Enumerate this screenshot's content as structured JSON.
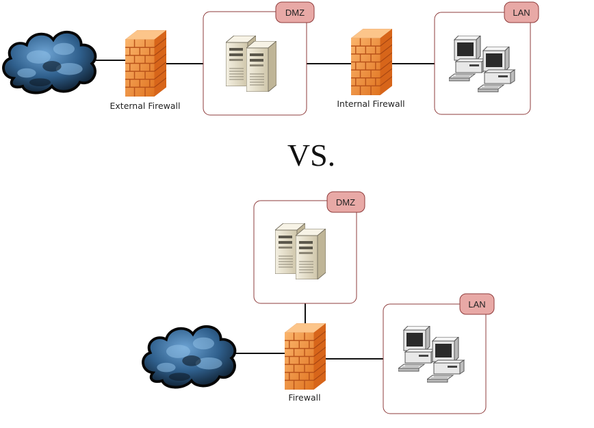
{
  "colors": {
    "zone_border": "#8e3b3b",
    "zone_tag_fill": "#e8a9a6",
    "firewall_light": "#f7a65a",
    "firewall_dark": "#cf5a12",
    "cloud_light": "#5b93c6",
    "cloud_dark": "#0c1620",
    "server_body": "#e9e3d0",
    "link": "#111111"
  },
  "top": {
    "internet_icon": "cloud-icon",
    "external_firewall": {
      "label": "External Firewall",
      "icon": "firewall-icon"
    },
    "dmz": {
      "tag": "DMZ",
      "icon": "servers-icon"
    },
    "internal_firewall": {
      "label": "Internal Firewall",
      "icon": "firewall-icon"
    },
    "lan": {
      "tag": "LAN",
      "icon": "workstations-icon"
    }
  },
  "vs_text": "VS.",
  "bottom": {
    "internet_icon": "cloud-icon",
    "firewall": {
      "label": "Firewall",
      "icon": "firewall-icon"
    },
    "dmz": {
      "tag": "DMZ",
      "icon": "servers-icon"
    },
    "lan": {
      "tag": "LAN",
      "icon": "workstations-icon"
    }
  }
}
